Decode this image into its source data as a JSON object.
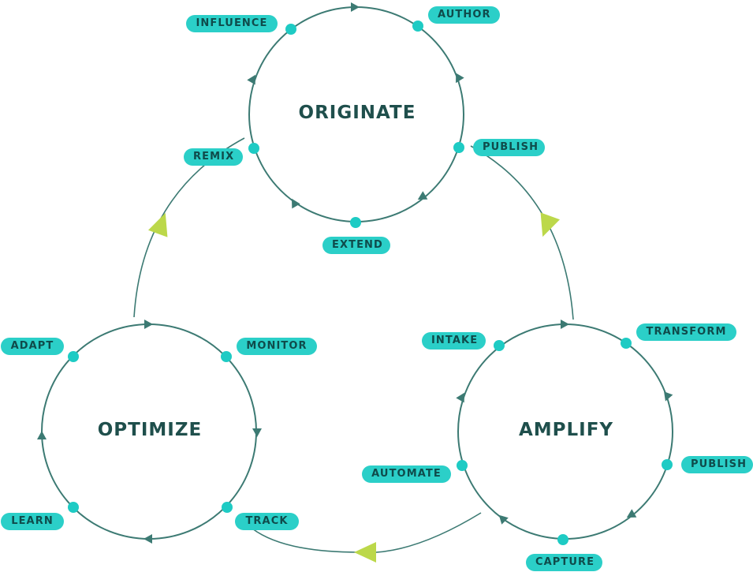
{
  "colors": {
    "ring": "#3c7a73",
    "dot": "#1ecbc4",
    "pill_bg": "#2bcfc8",
    "pill_text": "#0f4b4b",
    "title": "#1f4f4c",
    "flow_arrow": "#bcd84a"
  },
  "cycles": {
    "originate": {
      "title": "ORIGINATE",
      "stages": [
        "INFLUENCE",
        "AUTHOR",
        "PUBLISH",
        "EXTEND",
        "REMIX"
      ]
    },
    "amplify": {
      "title": "AMPLIFY",
      "stages": [
        "INTAKE",
        "TRANSFORM",
        "PUBLISH",
        "CAPTURE",
        "AUTOMATE"
      ]
    },
    "optimize": {
      "title": "OPTIMIZE",
      "stages": [
        "ADAPT",
        "MONITOR",
        "TRACK",
        "LEARN"
      ]
    }
  }
}
